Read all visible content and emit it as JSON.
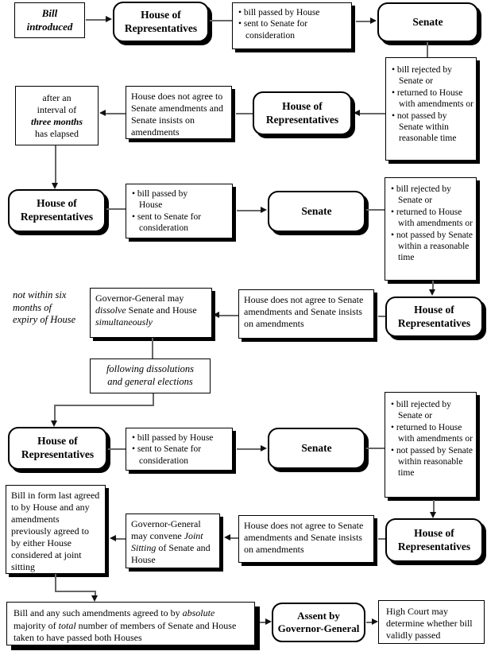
{
  "style": {
    "background": "#ffffff",
    "box_border": "#000000",
    "shadow_color": "#000000",
    "connector_color": "#666666",
    "arrow_color": "#111111"
  },
  "nodes": {
    "bill_introduced": {
      "l1": "Bill",
      "l2": "introduced"
    },
    "hor": {
      "l1": "House of",
      "l2": "Representatives"
    },
    "senate": "Senate",
    "process": {
      "b1": "bill passed by House",
      "b2": "sent to Senate for consideration"
    },
    "process_wrapped": {
      "b1a": "bill passed by",
      "b1b": "House",
      "b2": "sent to Senate for consideration"
    },
    "rejected": {
      "b1": "bill rejected by Senate or",
      "b2": "returned to House with amendments or",
      "b3": "not passed by Senate within reasonable time"
    },
    "rejected_a": {
      "b1": "bill rejected by Senate or",
      "b2": "returned to House with amendments or",
      "b3": "not passed by Senate within a reasonable time"
    },
    "interval": {
      "l1": "after an",
      "l2": "interval of",
      "l3": "three months",
      "l4": "has elapsed"
    },
    "not_agree": {
      "text": "House does not agree to Senate amendments and Senate insists on amendments"
    },
    "six_months": {
      "l1": "not within six",
      "l2": "months of",
      "l3": "expiry of House"
    },
    "gg_dissolve": {
      "p1": "Governor-General may ",
      "em1": "dissolve",
      "p2": " Senate and House ",
      "em2": "simultaneously"
    },
    "following": {
      "l1": "following dissolutions",
      "l2": "and general elections"
    },
    "gg_convene": {
      "p1": "Governor-General may convene ",
      "em1": "Joint Sitting",
      "p2": " of Senate and House"
    },
    "bill_form": {
      "text": "Bill in form last agreed to by House and any amendments previously agreed to by either House considered at joint sitting"
    },
    "bill_amendments": {
      "p1": "Bill and any such amendments agreed to by ",
      "em1": "absolute",
      "p2": " majority of ",
      "em2": "total",
      "p3": " number of members of Senate and House taken to have passed both Houses"
    },
    "assent": {
      "l1": "Assent by",
      "l2": "Governor-General"
    },
    "high_court": {
      "text": "High Court may determine whether bill validly passed"
    }
  }
}
